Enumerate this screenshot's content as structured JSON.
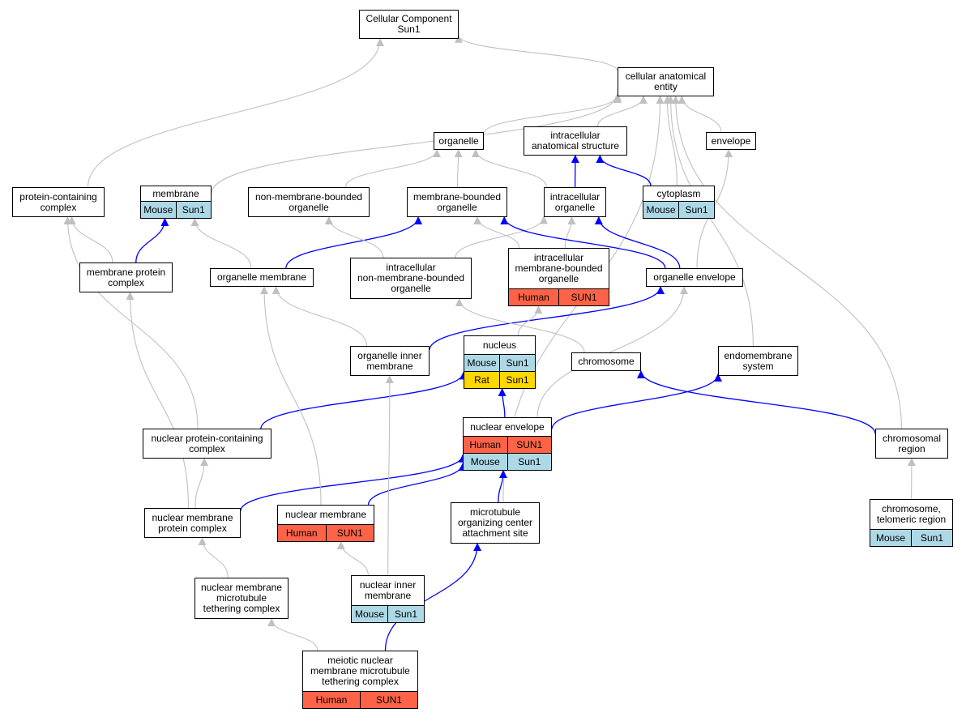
{
  "colors": {
    "mouse": "#add8e6",
    "human": "#ff6347",
    "rat": "#ffd700",
    "edge_isa": "#c0c0c0",
    "edge_partof": "#0000ff"
  },
  "nodes": [
    {
      "id": "cc",
      "label": "Cellular Component\nSun1",
      "rows": []
    },
    {
      "id": "cae",
      "label": "cellular anatomical\nentity",
      "rows": []
    },
    {
      "id": "organelle",
      "label": "organelle",
      "rows": []
    },
    {
      "id": "ias",
      "label": "intracellular\nanatomical structure",
      "rows": []
    },
    {
      "id": "envelope",
      "label": "envelope",
      "rows": []
    },
    {
      "id": "pcc",
      "label": "protein-containing\ncomplex",
      "rows": []
    },
    {
      "id": "membrane",
      "label": "membrane",
      "rows": [
        {
          "species": "Mouse",
          "gene": "Sun1",
          "color": "mouse"
        }
      ]
    },
    {
      "id": "nmbo",
      "label": "non-membrane-bounded\norganelle",
      "rows": []
    },
    {
      "id": "mbo",
      "label": "membrane-bounded\norganelle",
      "rows": []
    },
    {
      "id": "io",
      "label": "intracellular\norganelle",
      "rows": []
    },
    {
      "id": "cytoplasm",
      "label": "cytoplasm",
      "rows": [
        {
          "species": "Mouse",
          "gene": "Sun1",
          "color": "mouse"
        }
      ]
    },
    {
      "id": "mpc",
      "label": "membrane protein\ncomplex",
      "rows": []
    },
    {
      "id": "om",
      "label": "organelle membrane",
      "rows": []
    },
    {
      "id": "inmbo",
      "label": "intracellular\nnon-membrane-bounded\norganelle",
      "rows": []
    },
    {
      "id": "imbo",
      "label": "intracellular\nmembrane-bounded\norganelle",
      "rows": [
        {
          "species": "Human",
          "gene": "SUN1",
          "color": "human"
        }
      ]
    },
    {
      "id": "oe",
      "label": "organelle envelope",
      "rows": []
    },
    {
      "id": "oim",
      "label": "organelle inner\nmembrane",
      "rows": []
    },
    {
      "id": "nucleus",
      "label": "nucleus",
      "rows": [
        {
          "species": "Mouse",
          "gene": "Sun1",
          "color": "mouse"
        },
        {
          "species": "Rat",
          "gene": "Sun1",
          "color": "rat"
        }
      ]
    },
    {
      "id": "chromosome",
      "label": "chromosome",
      "rows": []
    },
    {
      "id": "es",
      "label": "endomembrane\nsystem",
      "rows": []
    },
    {
      "id": "npcc",
      "label": "nuclear protein-containing\ncomplex",
      "rows": []
    },
    {
      "id": "ne",
      "label": "nuclear envelope",
      "rows": [
        {
          "species": "Human",
          "gene": "SUN1",
          "color": "human"
        },
        {
          "species": "Mouse",
          "gene": "Sun1",
          "color": "mouse"
        }
      ]
    },
    {
      "id": "cr",
      "label": "chromosomal\nregion",
      "rows": []
    },
    {
      "id": "nmpc",
      "label": "nuclear membrane\nprotein complex",
      "rows": []
    },
    {
      "id": "nm",
      "label": "nuclear membrane",
      "rows": [
        {
          "species": "Human",
          "gene": "SUN1",
          "color": "human"
        }
      ]
    },
    {
      "id": "mtoc",
      "label": "microtubule\norganizing center\nattachment site",
      "rows": []
    },
    {
      "id": "ctr",
      "label": "chromosome,\ntelomeric region",
      "rows": [
        {
          "species": "Mouse",
          "gene": "Sun1",
          "color": "mouse"
        }
      ]
    },
    {
      "id": "nmmtc",
      "label": "nuclear membrane\nmicrotubule\ntethering complex",
      "rows": []
    },
    {
      "id": "nim",
      "label": "nuclear inner\nmembrane",
      "rows": [
        {
          "species": "Mouse",
          "gene": "Sun1",
          "color": "mouse"
        }
      ]
    },
    {
      "id": "mnmmtc",
      "label": "meiotic nuclear\nmembrane microtubule\ntethering complex",
      "rows": [
        {
          "species": "Human",
          "gene": "SUN1",
          "color": "human"
        }
      ]
    }
  ],
  "edges": [
    {
      "from": "cae",
      "to": "cc",
      "kind": "isa"
    },
    {
      "from": "pcc",
      "to": "cc",
      "kind": "isa"
    },
    {
      "from": "organelle",
      "to": "cae",
      "kind": "isa"
    },
    {
      "from": "ias",
      "to": "cae",
      "kind": "isa"
    },
    {
      "from": "envelope",
      "to": "cae",
      "kind": "isa"
    },
    {
      "from": "membrane",
      "to": "cae",
      "kind": "isa"
    },
    {
      "from": "cytoplasm",
      "to": "cae",
      "kind": "isa"
    },
    {
      "from": "es",
      "to": "cae",
      "kind": "isa"
    },
    {
      "from": "cr",
      "to": "cae",
      "kind": "isa"
    },
    {
      "from": "mtoc",
      "to": "cae",
      "kind": "isa"
    },
    {
      "from": "nmbo",
      "to": "organelle",
      "kind": "isa"
    },
    {
      "from": "mbo",
      "to": "organelle",
      "kind": "isa"
    },
    {
      "from": "io",
      "to": "organelle",
      "kind": "isa"
    },
    {
      "from": "io",
      "to": "ias",
      "kind": "partof"
    },
    {
      "from": "cytoplasm",
      "to": "ias",
      "kind": "partof"
    },
    {
      "from": "mpc",
      "to": "pcc",
      "kind": "isa"
    },
    {
      "from": "mpc",
      "to": "membrane",
      "kind": "partof"
    },
    {
      "from": "om",
      "to": "membrane",
      "kind": "isa"
    },
    {
      "from": "om",
      "to": "mbo",
      "kind": "partof"
    },
    {
      "from": "inmbo",
      "to": "nmbo",
      "kind": "isa"
    },
    {
      "from": "inmbo",
      "to": "io",
      "kind": "isa"
    },
    {
      "from": "imbo",
      "to": "mbo",
      "kind": "isa"
    },
    {
      "from": "imbo",
      "to": "io",
      "kind": "isa"
    },
    {
      "from": "oe",
      "to": "envelope",
      "kind": "isa"
    },
    {
      "from": "oe",
      "to": "mbo",
      "kind": "partof"
    },
    {
      "from": "oe",
      "to": "io",
      "kind": "partof"
    },
    {
      "from": "oim",
      "to": "om",
      "kind": "isa"
    },
    {
      "from": "oim",
      "to": "oe",
      "kind": "partof"
    },
    {
      "from": "nucleus",
      "to": "imbo",
      "kind": "isa"
    },
    {
      "from": "chromosome",
      "to": "inmbo",
      "kind": "isa"
    },
    {
      "from": "npcc",
      "to": "pcc",
      "kind": "isa"
    },
    {
      "from": "npcc",
      "to": "nucleus",
      "kind": "partof"
    },
    {
      "from": "ne",
      "to": "nucleus",
      "kind": "partof"
    },
    {
      "from": "ne",
      "to": "oe",
      "kind": "isa"
    },
    {
      "from": "ne",
      "to": "es",
      "kind": "partof"
    },
    {
      "from": "cr",
      "to": "chromosome",
      "kind": "partof"
    },
    {
      "from": "nmpc",
      "to": "mpc",
      "kind": "isa"
    },
    {
      "from": "nmpc",
      "to": "npcc",
      "kind": "isa"
    },
    {
      "from": "nmpc",
      "to": "ne",
      "kind": "partof"
    },
    {
      "from": "nm",
      "to": "om",
      "kind": "isa"
    },
    {
      "from": "nm",
      "to": "ne",
      "kind": "partof"
    },
    {
      "from": "mtoc",
      "to": "ne",
      "kind": "partof"
    },
    {
      "from": "ctr",
      "to": "cr",
      "kind": "isa"
    },
    {
      "from": "nmmtc",
      "to": "nmpc",
      "kind": "isa"
    },
    {
      "from": "nim",
      "to": "nm",
      "kind": "isa"
    },
    {
      "from": "nim",
      "to": "oim",
      "kind": "isa"
    },
    {
      "from": "mnmmtc",
      "to": "nmmtc",
      "kind": "isa"
    },
    {
      "from": "mnmmtc",
      "to": "mtoc",
      "kind": "partof"
    }
  ]
}
